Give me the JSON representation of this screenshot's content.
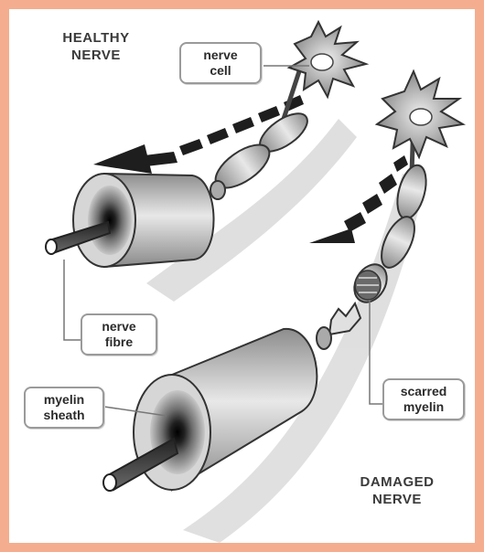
{
  "headings": {
    "healthy": [
      "HEALTHY",
      "NERVE"
    ],
    "damaged": [
      "DAMAGED",
      "NERVE"
    ]
  },
  "callouts": {
    "nerve_cell": [
      "nerve",
      "cell"
    ],
    "nerve_fibre": [
      "nerve",
      "fibre"
    ],
    "myelin_sheath": [
      "myelin",
      "sheath"
    ],
    "scarred_myelin": [
      "scarred",
      "myelin"
    ]
  },
  "colors": {
    "border": "#f4ae8f",
    "background": "#ffffff",
    "ink": "#3a3a3a"
  }
}
